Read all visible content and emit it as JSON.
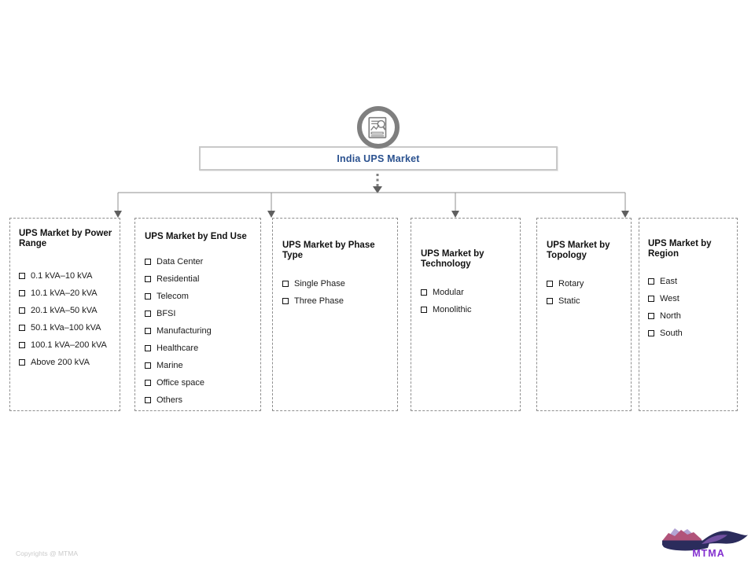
{
  "slide": {
    "copyright": "Copyrights @ MTMA"
  },
  "root_node": {
    "title": "India UPS Market",
    "icon": "report-magnifier-icon"
  },
  "branches": [
    {
      "id": "power-range",
      "title": "UPS Market by Power Range",
      "items": [
        "0.1 kVA–10 kVA",
        "10.1 kVA–20 kVA",
        "20.1 kVA–50 kVA",
        "50.1 kVa–100 kVA",
        "100.1 kVA–200 kVA",
        "Above 200 kVA"
      ]
    },
    {
      "id": "end-use",
      "title": "UPS Market by End Use",
      "items": [
        "Data Center",
        "Residential",
        "Telecom",
        "BFSI",
        "Manufacturing",
        "Healthcare",
        "Marine",
        "Office space",
        "Others"
      ]
    },
    {
      "id": "phase-type",
      "title": "UPS Market by Phase Type",
      "items": [
        "Single Phase",
        "Three Phase"
      ]
    },
    {
      "id": "technology",
      "title": "UPS Market by Technology",
      "items": [
        "Modular",
        "Monolithic"
      ]
    },
    {
      "id": "topology",
      "title": "UPS Market by Topology",
      "items": [
        "Rotary",
        "Static"
      ]
    },
    {
      "id": "region",
      "title": "UPS Market by Region",
      "items": [
        "East",
        "West",
        "North",
        "South"
      ]
    }
  ],
  "logo": {
    "text": "MTMA"
  },
  "colors": {
    "root_title_text": "#2a518f",
    "root_box_border": "#c9c9c9",
    "icon_ring": "#7f7f7f",
    "connector_line": "#8f8f8f",
    "arrowhead": "#5f5f5f",
    "branch_border": "#8f8f8f",
    "body_text": "#1a1a1a",
    "copyright_text": "#cbcbcb",
    "logo_navy": "#2b2c5c",
    "logo_rose": "#b1537a",
    "logo_lavender": "#b3a4d4",
    "logo_purple": "#7a55a8",
    "logo_coral": "#e0816f",
    "logo_text": "#8330cf"
  }
}
